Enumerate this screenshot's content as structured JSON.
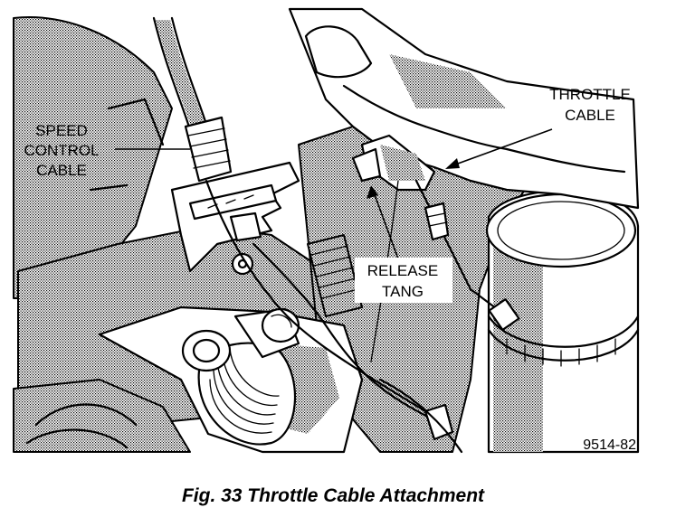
{
  "callouts": {
    "speed_control_1": "SPEED",
    "speed_control_2": "CONTROL",
    "speed_control_3": "CABLE",
    "throttle_1": "THROTTLE",
    "throttle_2": "CABLE",
    "release_1": "RELEASE",
    "release_2": "TANG"
  },
  "figure_code": "9514-82",
  "caption": "Fig. 33 Throttle Cable Attachment"
}
